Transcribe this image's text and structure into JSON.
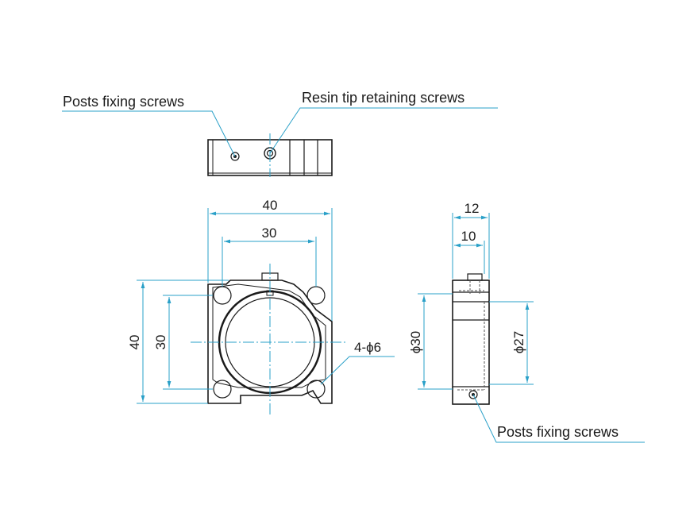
{
  "callouts": {
    "top_left": "Posts fixing screws",
    "top_right": "Resin tip retaining screws",
    "bottom_right": "Posts fixing screws",
    "hole_spec": "4-ϕ6"
  },
  "dimensions": {
    "front_width_outer": "40",
    "front_width_inner": "30",
    "front_height_outer": "40",
    "front_height_inner": "30",
    "side_width_outer": "12",
    "side_width_inner": "10",
    "side_bore_left": "ϕ30",
    "side_bore_right": "ϕ27"
  },
  "colors": {
    "outline": "#1a1a1a",
    "dimension_line": "#2aa0c8"
  }
}
